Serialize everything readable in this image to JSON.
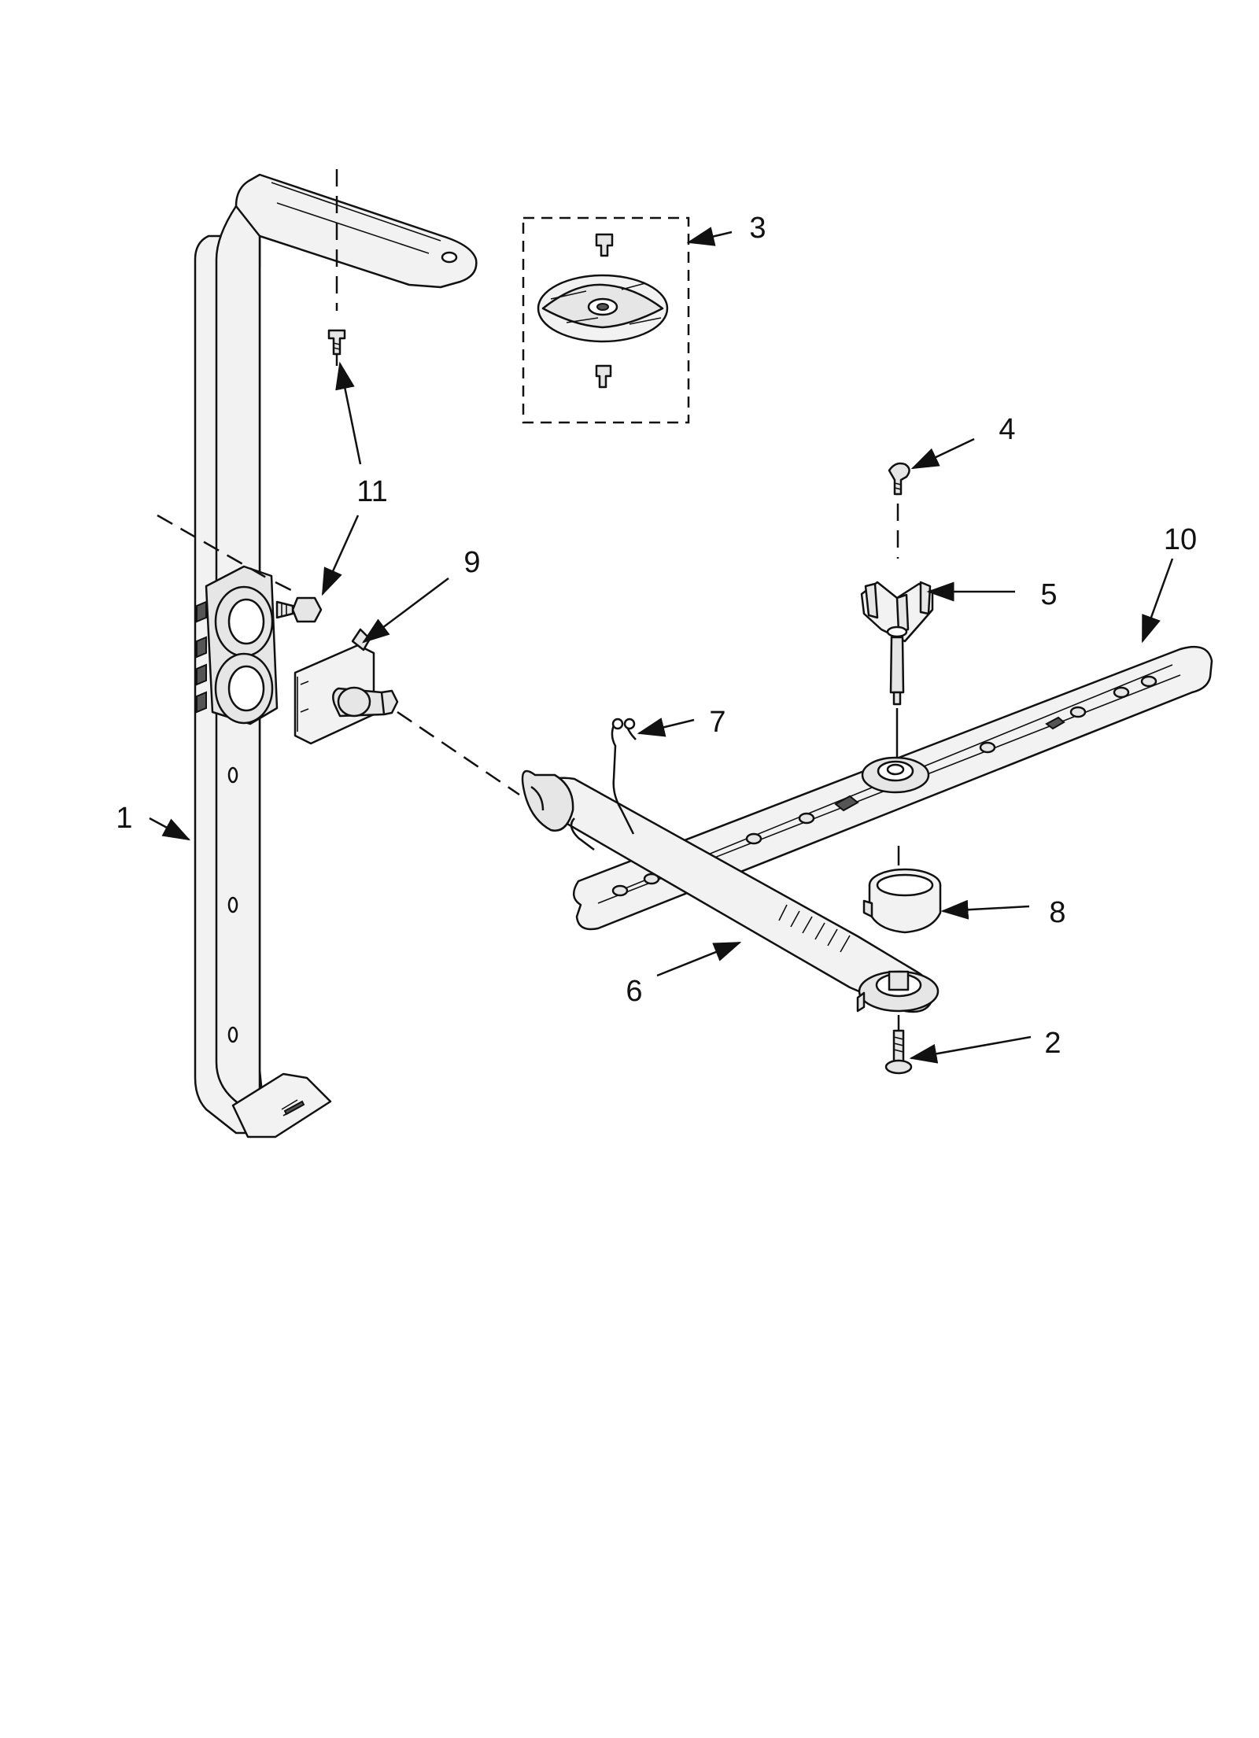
{
  "diagram": {
    "callouts": [
      "1",
      "2",
      "3",
      "4",
      "5",
      "6",
      "7",
      "8",
      "9",
      "10",
      "11"
    ]
  },
  "colors": {
    "line": "#111111",
    "part_fill": "#e6e6e6",
    "background": "#ffffff"
  }
}
